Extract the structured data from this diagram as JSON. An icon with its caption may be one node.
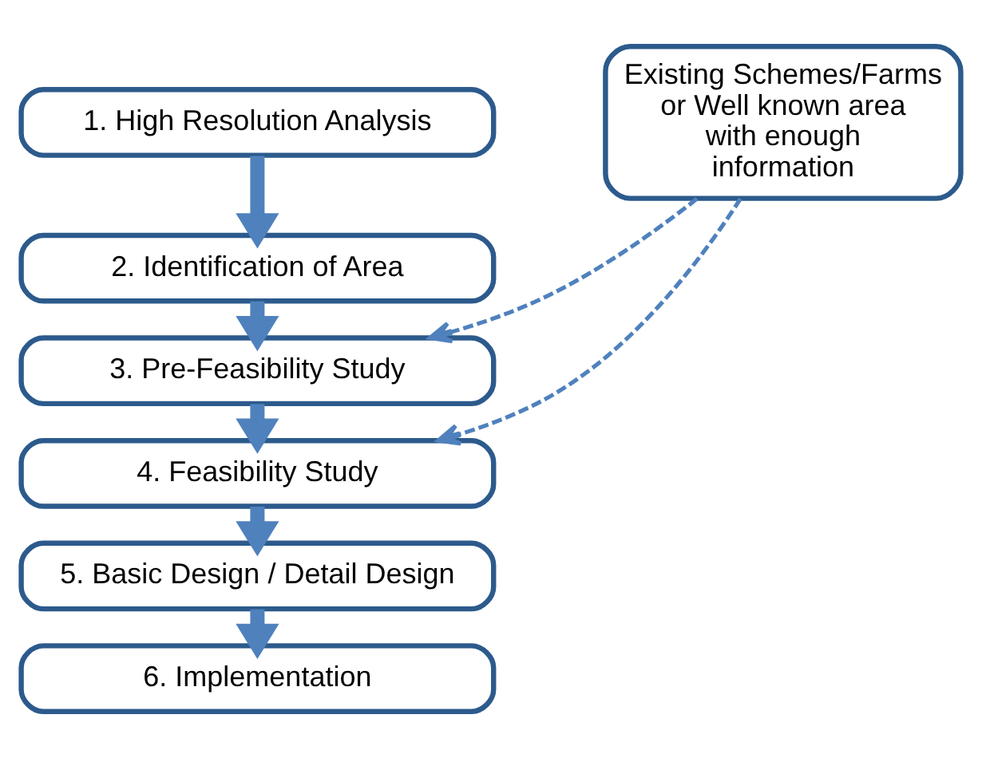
{
  "diagram": {
    "nodes": [
      {
        "text": [
          "1. High Resolution Analysis"
        ]
      },
      {
        "text": [
          "2. Identification of Area"
        ]
      },
      {
        "text": [
          "3. Pre-Feasibility Study"
        ]
      },
      {
        "text": [
          "4. Feasibility Study"
        ]
      },
      {
        "text": [
          "5. Basic Design / Detail Design"
        ]
      },
      {
        "text": [
          "6. Implementation"
        ]
      },
      {
        "text": [
          "Existing Schemes/Farms or Well known area with enough information"
        ]
      }
    ],
    "edges": [
      {
        "from": 0,
        "to": 1,
        "arrow": "to"
      },
      {
        "from": 1,
        "to": 2,
        "arrow": "to"
      },
      {
        "from": 2,
        "to": 3,
        "arrow": "to"
      },
      {
        "from": 3,
        "to": 4,
        "arrow": "to"
      },
      {
        "from": 4,
        "to": 5,
        "arrow": "to"
      },
      {
        "from": 6,
        "to": 2,
        "arrow": "to",
        "style": "dashed"
      },
      {
        "from": 6,
        "to": 3,
        "arrow": "to",
        "style": "dashed"
      }
    ]
  }
}
